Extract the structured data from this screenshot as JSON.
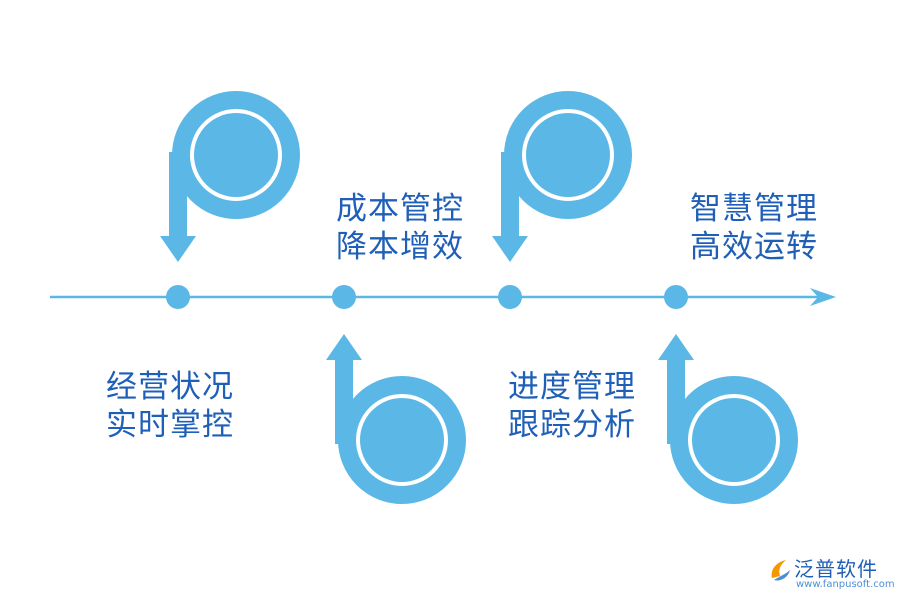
{
  "timeline": {
    "stages": [
      {
        "line1": "经营状况",
        "line2": "实时掌控"
      },
      {
        "line1": "成本管控",
        "line2": "降本增效"
      },
      {
        "line1": "进度管理",
        "line2": "跟踪分析"
      },
      {
        "line1": "智慧管理",
        "line2": "高效运转"
      }
    ],
    "icons": [
      "p-letter-icon",
      "b-letter-icon",
      "p-letter-icon",
      "b-letter-icon"
    ]
  },
  "brand": {
    "name": "泛普软件",
    "url": "www.fanpusoft.com"
  },
  "colors": {
    "accent": "#5bb8e6",
    "text": "#1f5fb8",
    "logo_orange": "#f39800"
  }
}
